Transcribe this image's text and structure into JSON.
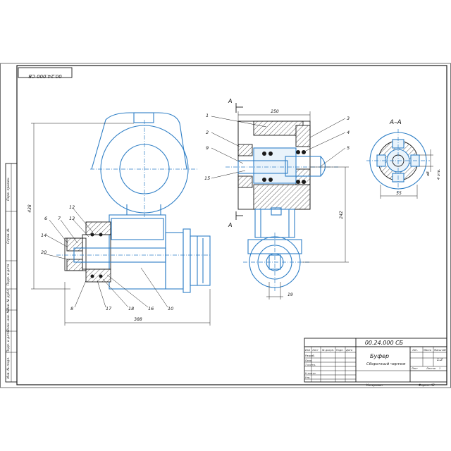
{
  "drawing": {
    "code": "00.24.000 СБ",
    "code_rotated": "00.24.000 СБ",
    "title": "Буфер",
    "subtitle": "Сборочный чертеж",
    "scale": "1:2",
    "sheet_label": "Лист",
    "sheets_label": "Листов",
    "lit_label": "Лит.",
    "mass_label": "Масса",
    "scale_label": "Масштаб",
    "sheet_num": "1",
    "copied": "Копировал",
    "format": "Формат А2",
    "rows": [
      "Разраб.",
      "Пров.",
      "Т.контр.",
      "",
      "Н.контр.",
      "Утв."
    ],
    "col_heads": [
      "Изм",
      "Лист",
      "№ докум.",
      "Подп.",
      "Дата"
    ]
  },
  "section": {
    "label": "А–А",
    "cut_left": "А",
    "cut_bottom": "А"
  },
  "dimensions": {
    "height_main": "438",
    "width_main": "388",
    "top_width": "250",
    "side_height": "242",
    "bottom_small": "19",
    "aa_width": "55",
    "aa_d": "⌀8",
    "aa_d2": "4 отв."
  },
  "callouts_left": [
    "12",
    "6",
    "7",
    "13",
    "14",
    "20",
    "8",
    "17",
    "18",
    "16",
    "10"
  ],
  "callouts_top": [
    "1",
    "2",
    "9",
    "15",
    "3",
    "4",
    "5"
  ],
  "stamp_column": [
    "Перв. примен.",
    "Справ. №",
    "Подп. и дата",
    "Инв. № дубл.",
    "Взам. инв. №",
    "Подп. и дата",
    "Инв. № подл."
  ]
}
